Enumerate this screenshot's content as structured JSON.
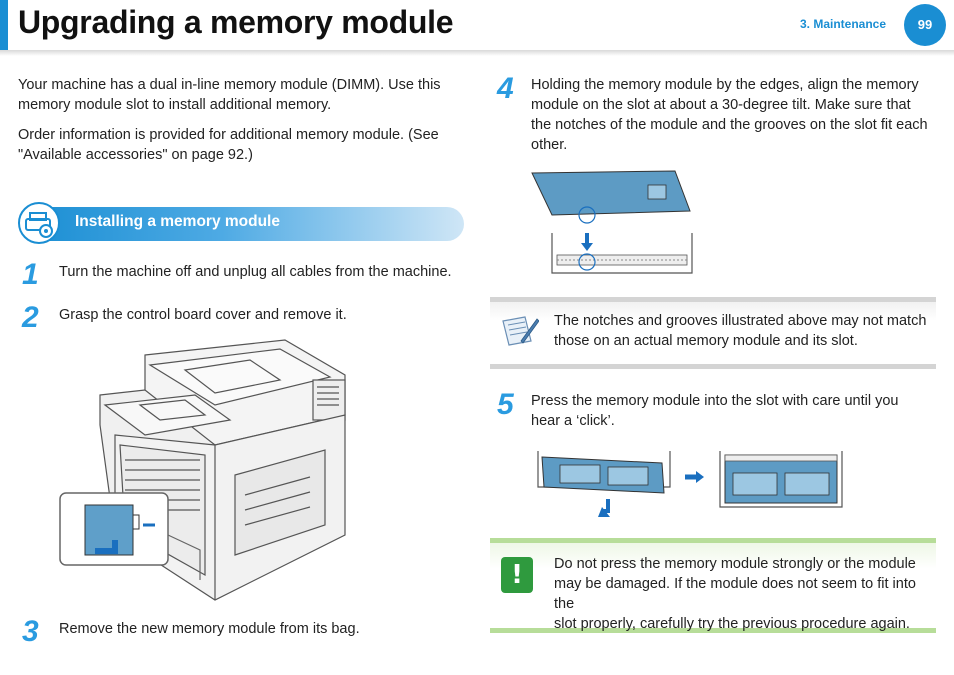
{
  "header": {
    "title": "Upgrading a memory module",
    "chapter": "3.  Maintenance",
    "page_number": "99"
  },
  "intro": {
    "p1_line1": "Your machine has a dual in-line memory module (DIMM). Use this",
    "p1_line2": "memory module slot to install additional memory.",
    "p2_line1": "Order information is provided for additional memory module. (See",
    "p2_line2": "\"Available accessories\" on page 92.)"
  },
  "section": {
    "title": "Installing a memory module",
    "icon": "printer-gear-icon"
  },
  "steps": [
    {
      "num": "1",
      "lines": [
        "Turn the machine off and unplug all cables from the machine."
      ]
    },
    {
      "num": "2",
      "lines": [
        "Grasp the control board cover and remove it."
      ]
    },
    {
      "num": "3",
      "lines": [
        "Remove the new memory module from its bag."
      ]
    },
    {
      "num": "4",
      "lines": [
        "Holding the memory module by the edges, align the memory",
        "module on the slot at about a 30-degree tilt. Make sure that",
        "the notches of the module and the grooves on the slot fit each",
        "other."
      ]
    },
    {
      "num": "5",
      "lines": [
        "Press the memory module into the slot with care until you",
        "hear a ‘click’."
      ]
    }
  ],
  "note": {
    "icon": "note-pencil-icon",
    "lines": [
      "The notches and grooves illustrated above may not match",
      "those on an actual memory module and its slot."
    ]
  },
  "warning": {
    "icon": "exclamation-icon",
    "symbol": "!",
    "lines": [
      "Do not press the memory module strongly or the module",
      "may be damaged. If the module does not seem to fit into the",
      "slot properly, carefully try the previous procedure again."
    ]
  },
  "colors": {
    "accent": "#1a8ed3",
    "warning": "#2f9a3e"
  }
}
